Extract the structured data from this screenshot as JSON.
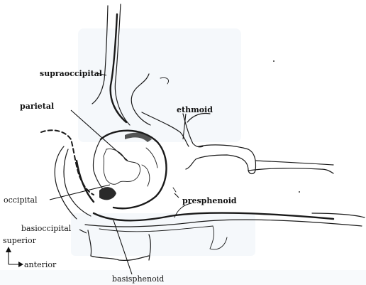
{
  "labels": {
    "supraoccipital": "supraoccipital",
    "parietal": "parietal",
    "ethmoid": "ethmoid",
    "occipital": "occipital",
    "presphenoid": "presphenoid",
    "basioccipital": "basioccipital",
    "superior": "superior",
    "anterior": "anterior",
    "basisphenoid": "basisphenoid"
  },
  "colors": {
    "ink": "#1a1a1a",
    "watermark": "#e3ecf4"
  },
  "icons": {
    "orientation": "orientation-arrows-icon"
  }
}
